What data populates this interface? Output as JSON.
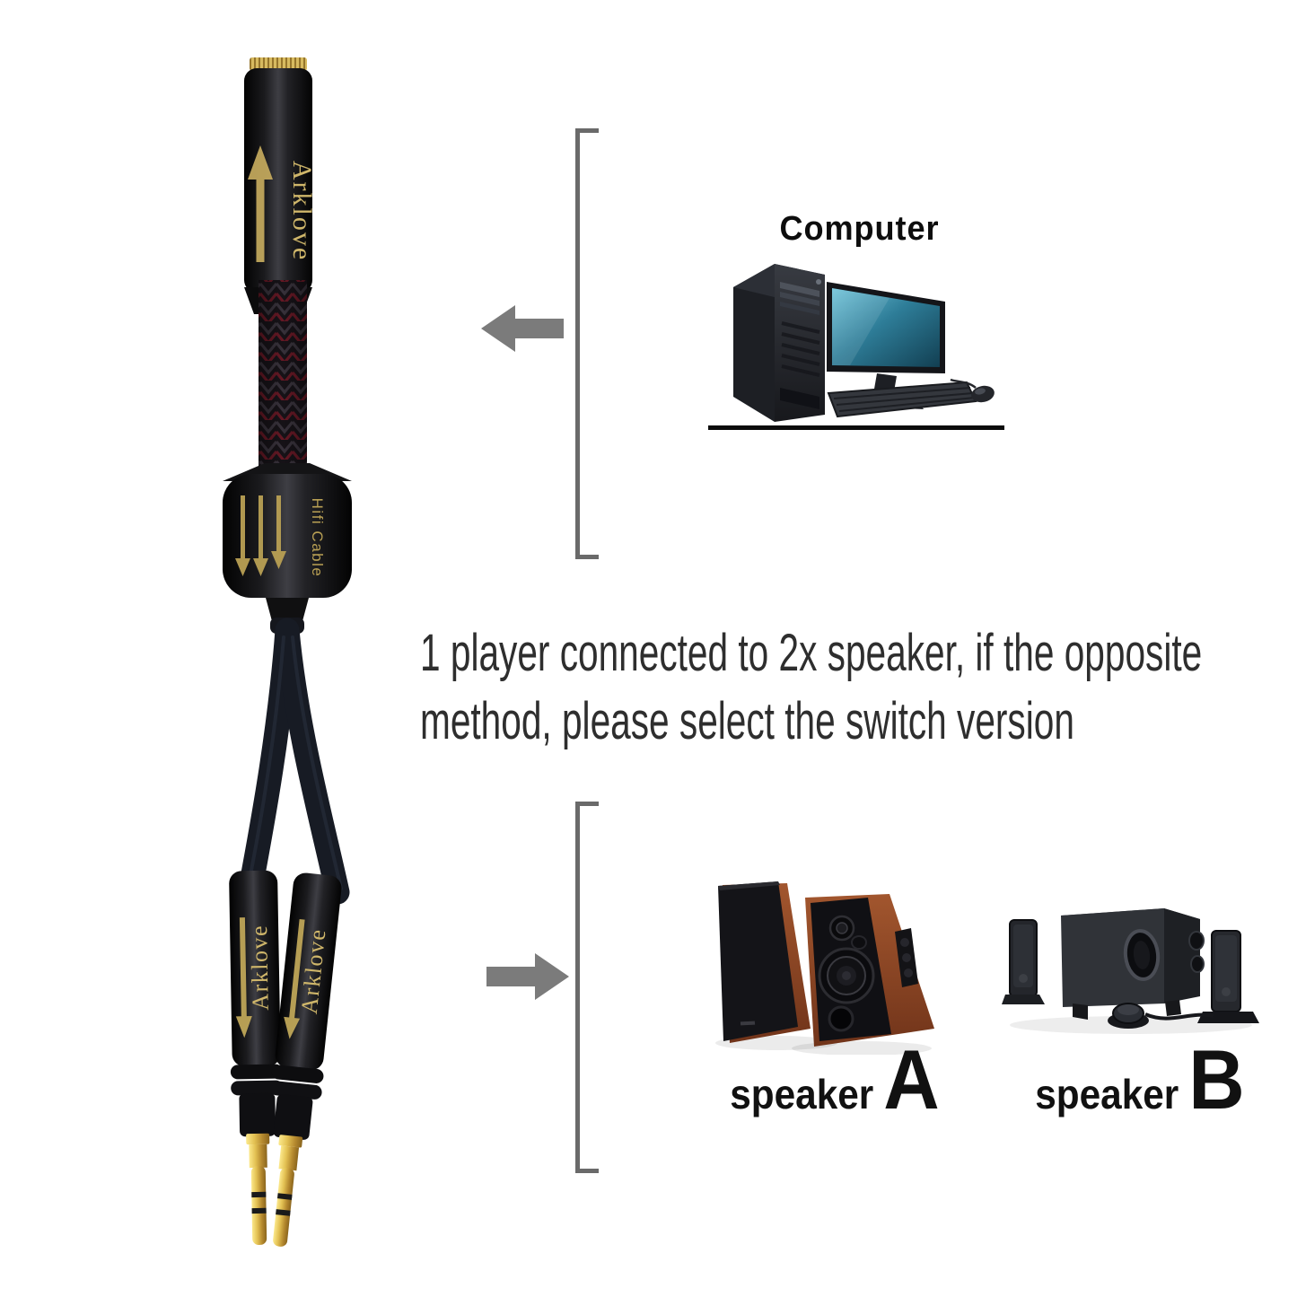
{
  "cable": {
    "brand_female": "Arklove",
    "barrel_label": "Hifi Cable",
    "brand_plug_left": "Arklove",
    "brand_plug_right": "Arklove"
  },
  "computer": {
    "label": "Computer"
  },
  "caption": {
    "line1": "1 player connected to 2x speaker, if the opposite",
    "line2": "method, please select the switch version"
  },
  "speaker_a": {
    "word": "speaker",
    "letter": "A"
  },
  "speaker_b": {
    "word": "speaker",
    "letter": "B"
  },
  "colors": {
    "background": "#ffffff",
    "gold": "#c6ab5e",
    "plug_gold": "#d8b64e",
    "bracket_gray": "#6a6a6a",
    "arrow_gray": "#7b7b7b",
    "caption_text": "#2e2e2e",
    "braid_red": "#641824",
    "monitor_screen_teal": "#2e7d98",
    "speaker_wood": "#8d4120"
  }
}
